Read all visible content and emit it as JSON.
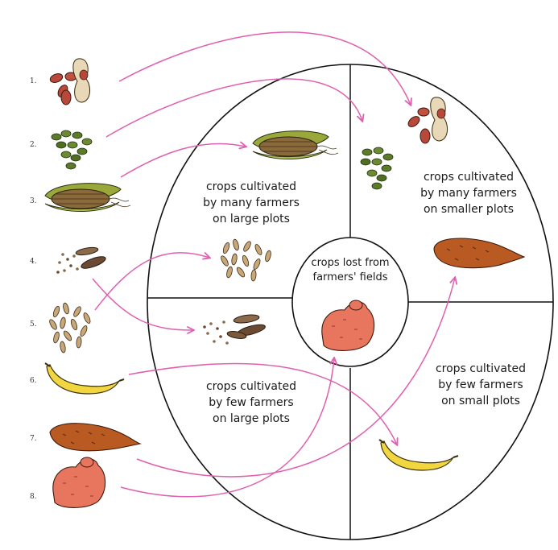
{
  "numbers": [
    "1.",
    "2.",
    "3.",
    "4.",
    "5.",
    "6.",
    "7.",
    "8."
  ],
  "quadrants": {
    "top_left": [
      "crops cultivated",
      "by many farmers",
      "on large plots"
    ],
    "top_right": [
      "crops cultivated",
      "by many farmers",
      "on smaller plots"
    ],
    "bottom_left": [
      "crops cultivated",
      "by few farmers",
      "on large plots"
    ],
    "bottom_right": [
      "crops cultivated",
      "by few farmers",
      "on small plots"
    ],
    "center": [
      "crops lost from",
      "farmers' fields"
    ]
  },
  "crops": [
    {
      "num": "1.",
      "icon": "peanut-icon",
      "destination": "top_right"
    },
    {
      "num": "2.",
      "icon": "mung-bean-icon",
      "destination": "top_right"
    },
    {
      "num": "3.",
      "icon": "maize-cob-icon",
      "destination": "top_left"
    },
    {
      "num": "4.",
      "icon": "sorghum-grain-icon",
      "destination": "bottom_left"
    },
    {
      "num": "5.",
      "icon": "oat-grain-icon",
      "destination": "top_left"
    },
    {
      "num": "6.",
      "icon": "banana-icon",
      "destination": "bottom_right"
    },
    {
      "num": "7.",
      "icon": "sweet-potato-icon",
      "destination": "top_right"
    },
    {
      "num": "8.",
      "icon": "taro-root-icon",
      "destination": "center"
    }
  ],
  "colors": {
    "arrow": "#e060b0",
    "outline": "#111111",
    "peanut": "#b8483a",
    "bean": "#5b7a2a",
    "maize": "#9aa83a",
    "grain": "#8a6a4a",
    "banana": "#f2d640",
    "sweet_potato": "#b85a22",
    "taro": "#e8755e"
  }
}
